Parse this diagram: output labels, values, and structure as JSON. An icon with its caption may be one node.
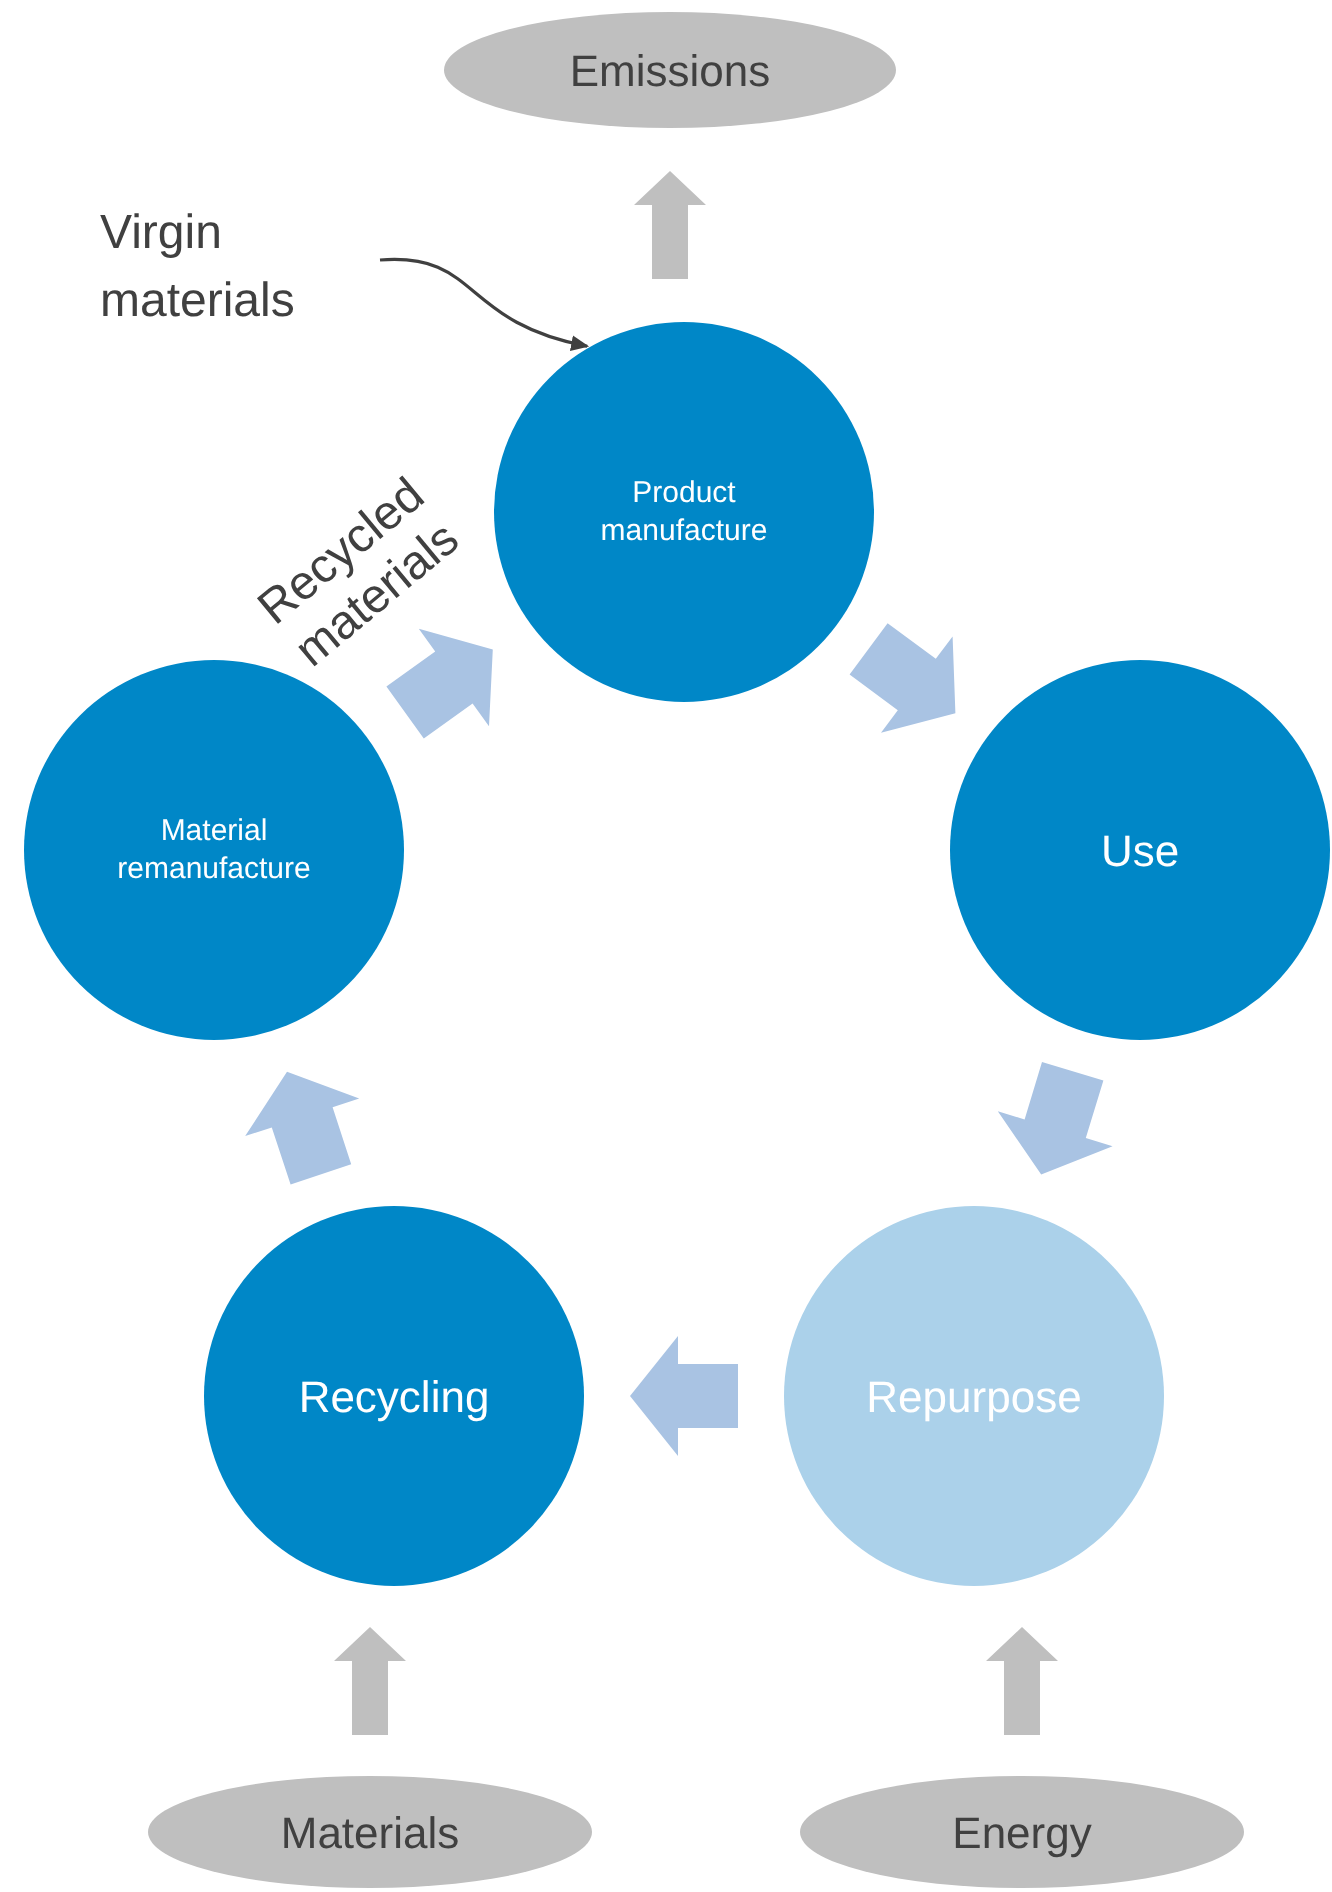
{
  "diagram": {
    "nodes": [
      {
        "text": [
          "Emissions"
        ]
      },
      {
        "text": [
          "Virgin materials"
        ]
      },
      {
        "text": [
          "Product manufacture"
        ]
      },
      {
        "text": [
          "Use"
        ]
      },
      {
        "text": [
          "Repurpose"
        ]
      },
      {
        "text": [
          "Recycling"
        ]
      },
      {
        "text": [
          "Material remanufacture"
        ]
      },
      {
        "text": [
          "Materials"
        ]
      },
      {
        "text": [
          "Energy"
        ]
      }
    ],
    "edges": [
      {
        "from": 2,
        "to": 0,
        "arrow": "to",
        "style": "thick",
        "color": "#bfbfbf"
      },
      {
        "from": 1,
        "to": 2,
        "arrow": "to",
        "color": "#404040"
      },
      {
        "from": 2,
        "to": 3,
        "arrow": "to",
        "style": "thick"
      },
      {
        "from": 3,
        "to": 4,
        "arrow": "to",
        "style": "thick"
      },
      {
        "from": 4,
        "to": 5,
        "arrow": "to",
        "style": "thick"
      },
      {
        "from": 5,
        "to": 6,
        "arrow": "to",
        "style": "thick"
      },
      {
        "from": 6,
        "to": 2,
        "arrow": "to",
        "style": "thick",
        "label": "Recycled materials"
      },
      {
        "from": 7,
        "to": 5,
        "arrow": "to",
        "style": "thick",
        "color": "#bfbfbf"
      },
      {
        "from": 8,
        "to": 4,
        "arrow": "to",
        "style": "thick",
        "color": "#bfbfbf"
      }
    ]
  }
}
